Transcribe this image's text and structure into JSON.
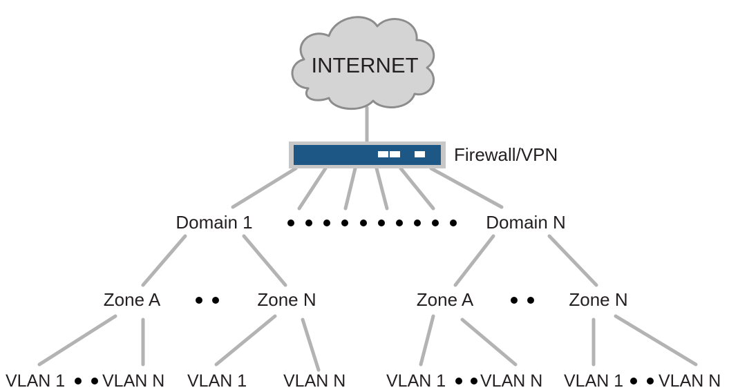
{
  "diagram": {
    "internet_label": "INTERNET",
    "firewall_label": "Firewall/VPN",
    "domains": [
      {
        "label": "Domain 1"
      },
      {
        "label": "Domain N"
      }
    ],
    "zones": [
      {
        "label": "Zone A"
      },
      {
        "label": "Zone N"
      },
      {
        "label": "Zone A"
      },
      {
        "label": "Zone N"
      }
    ],
    "vlans": [
      {
        "label": "VLAN 1"
      },
      {
        "label": "VLAN N"
      },
      {
        "label": "VLAN 1"
      },
      {
        "label": "VLAN N"
      },
      {
        "label": "VLAN 1"
      },
      {
        "label": "VLAN N"
      },
      {
        "label": "VLAN 1"
      },
      {
        "label": "VLAN N"
      }
    ],
    "colors": {
      "line": "#b3b3b3",
      "cloud_fill": "#d4d4d4",
      "cloud_stroke": "#8c8c8c",
      "device_fill": "#1d5786",
      "device_frame": "#c7c7c7",
      "text": "#231f20",
      "dot": "#000000"
    }
  }
}
